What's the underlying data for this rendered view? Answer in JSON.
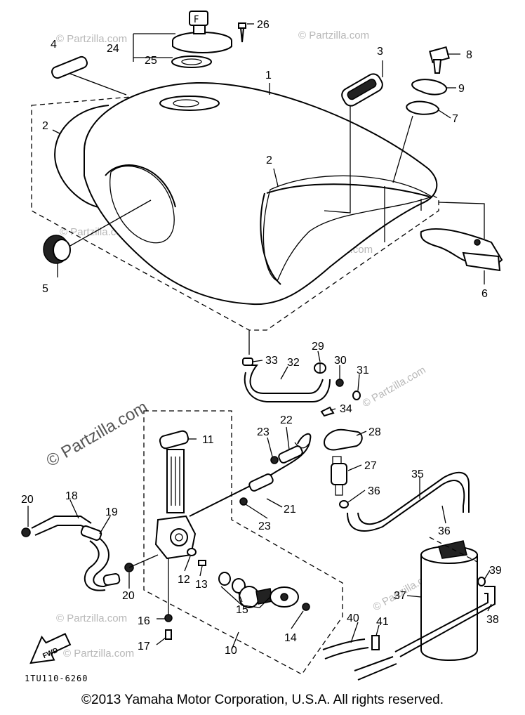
{
  "diagram": {
    "drawing_code": "1TU110-6260",
    "copyright": "©2013  Yamaha Motor Corporation, U.S.A. All rights reserved.",
    "fwd_label": "FWD",
    "watermarks": {
      "big": "© Partzilla.com",
      "small": "© Partzilla.com"
    },
    "callouts": [
      "1",
      "2",
      "2",
      "3",
      "4",
      "5",
      "6",
      "7",
      "8",
      "9",
      "10",
      "11",
      "12",
      "13",
      "14",
      "15",
      "16",
      "17",
      "18",
      "19",
      "20",
      "20",
      "21",
      "22",
      "23",
      "23",
      "24",
      "25",
      "26",
      "27",
      "28",
      "29",
      "30",
      "31",
      "32",
      "33",
      "34",
      "35",
      "36",
      "36",
      "37",
      "38",
      "39",
      "40",
      "41"
    ]
  }
}
